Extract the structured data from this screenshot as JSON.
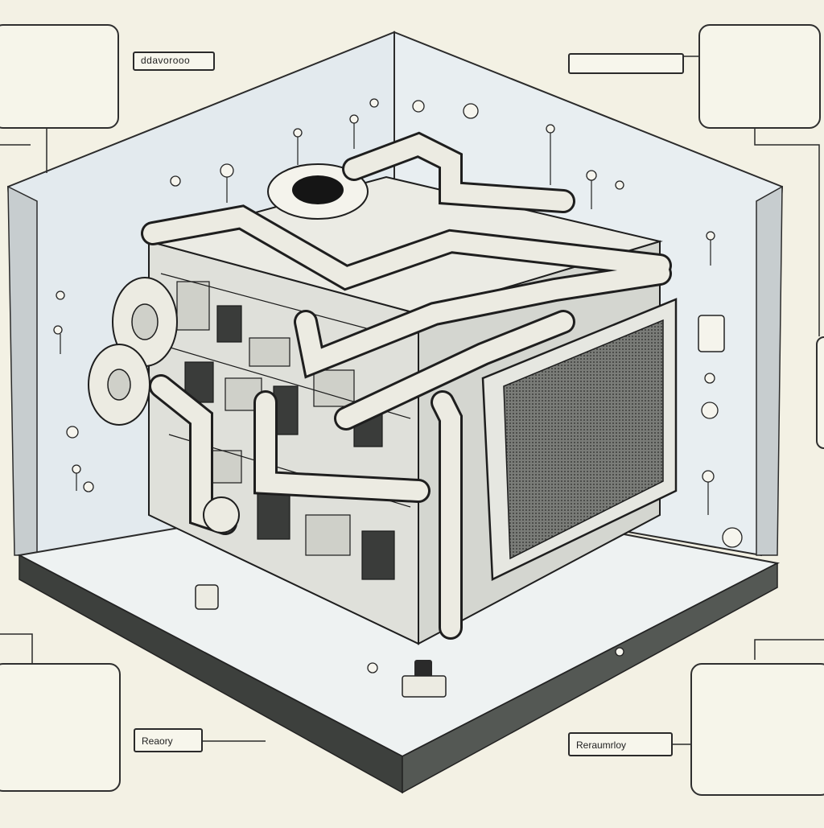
{
  "labels": {
    "top": "ddavorooo",
    "top_right": "",
    "bottom_left": "Reaory",
    "bottom_right": "Reraumrloy"
  },
  "colors": {
    "paper": "#f3f1e4",
    "ink": "#222222",
    "enclosure_glass": "#e6ecf0",
    "pipe": "#ecebe2",
    "panel_dark": "#3a3c3a"
  }
}
